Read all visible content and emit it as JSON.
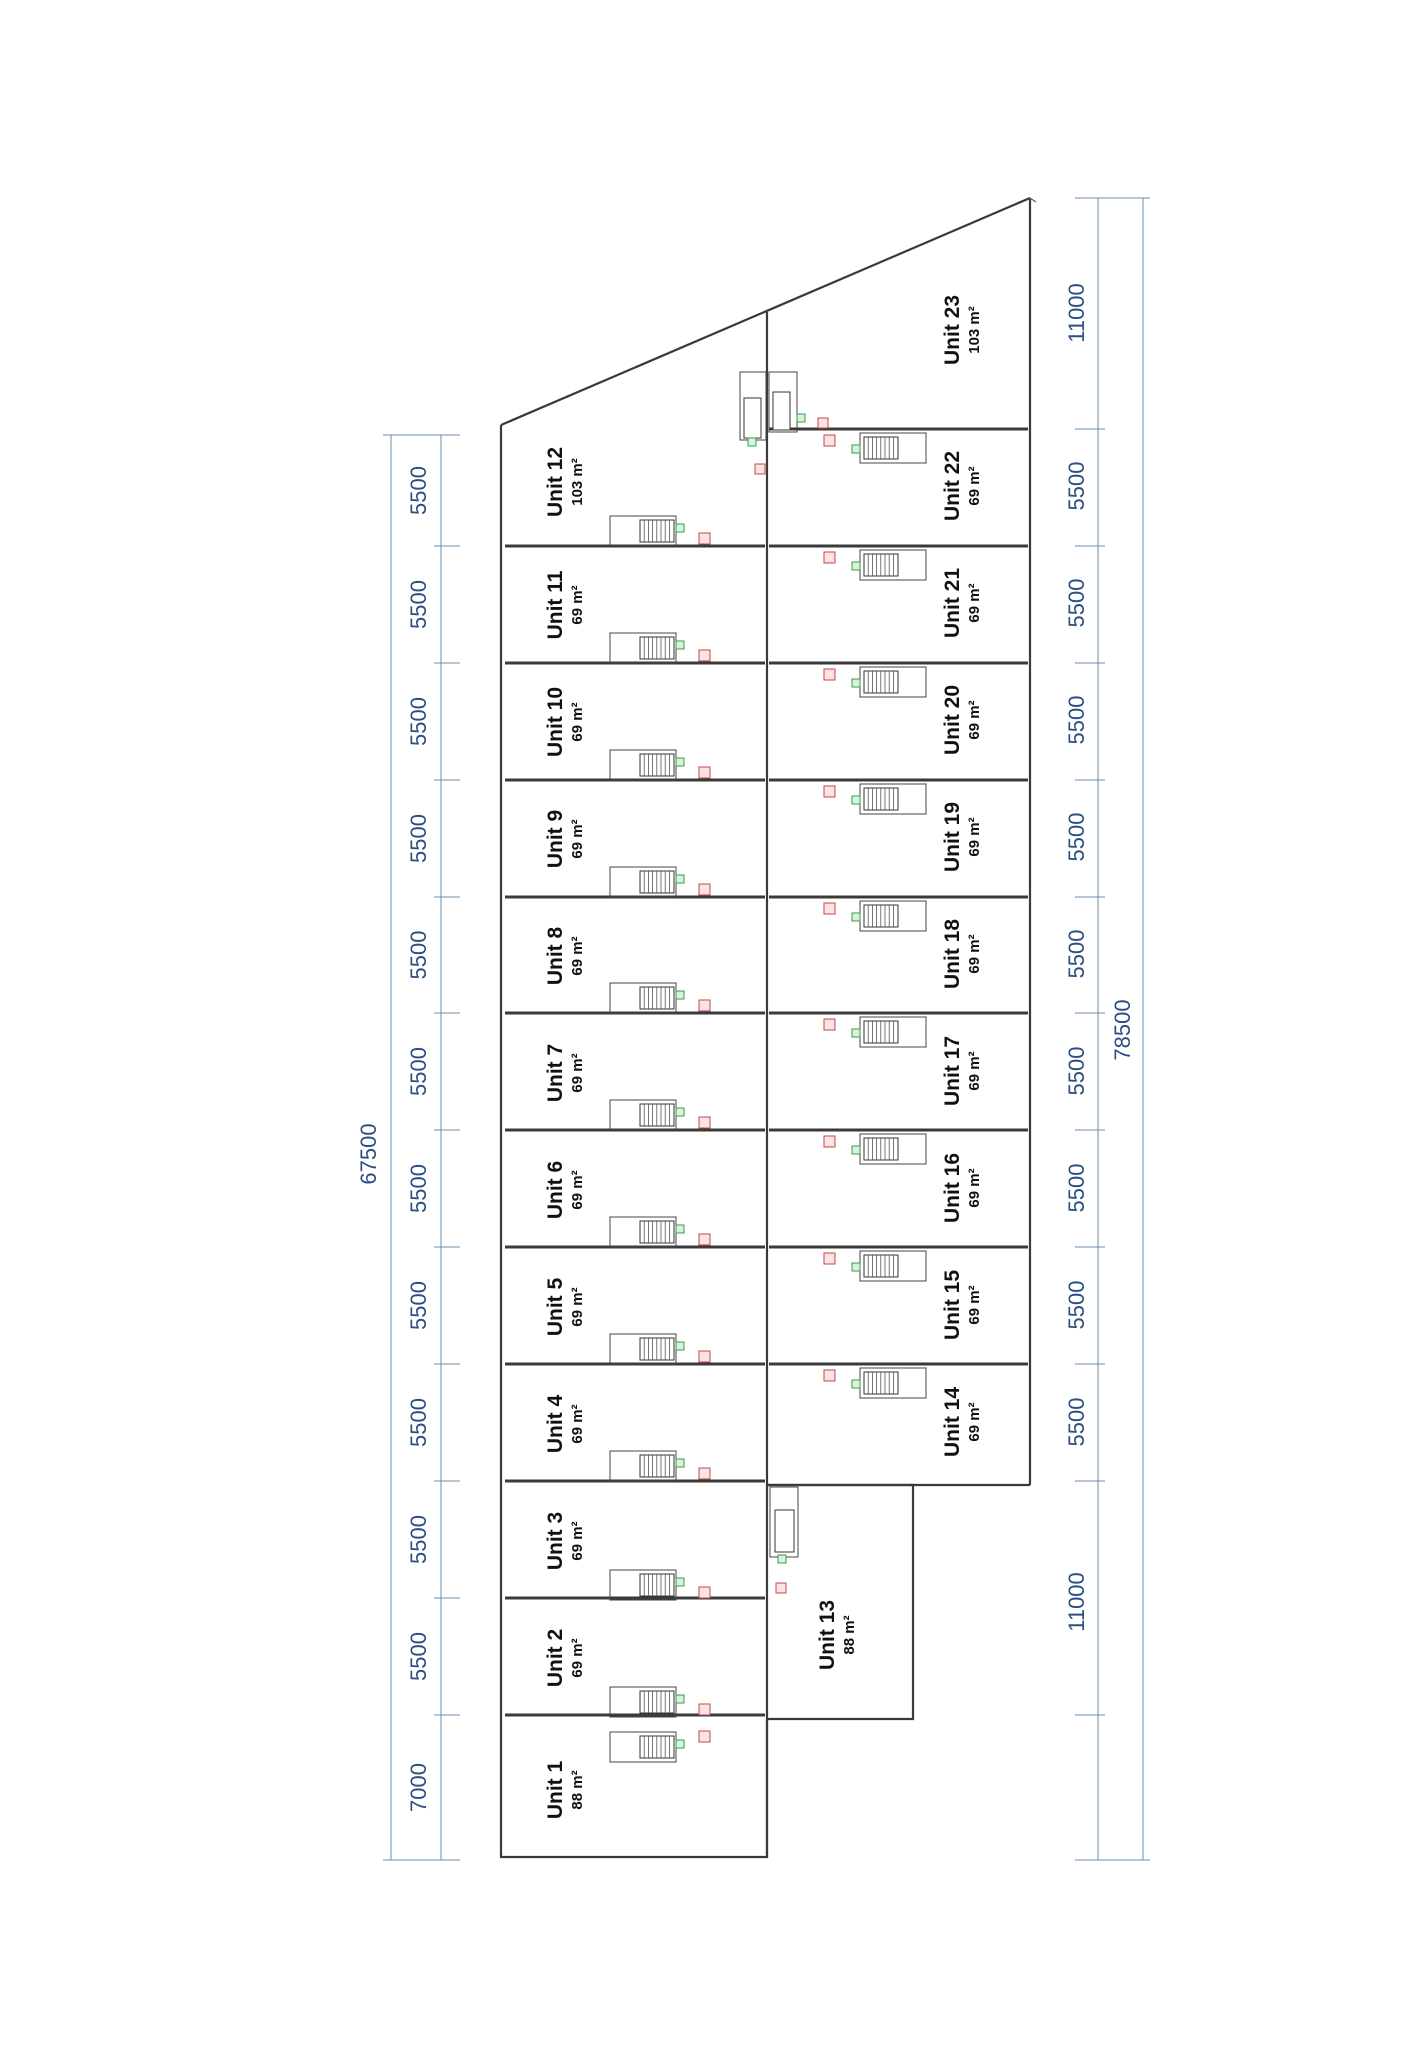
{
  "units": [
    {
      "name": "Unit 1",
      "area": "88 m²"
    },
    {
      "name": "Unit 2",
      "area": "69 m²"
    },
    {
      "name": "Unit 3",
      "area": "69 m²"
    },
    {
      "name": "Unit 4",
      "area": "69 m²"
    },
    {
      "name": "Unit 5",
      "area": "69 m²"
    },
    {
      "name": "Unit 6",
      "area": "69 m²"
    },
    {
      "name": "Unit 7",
      "area": "69 m²"
    },
    {
      "name": "Unit 8",
      "area": "69 m²"
    },
    {
      "name": "Unit 9",
      "area": "69 m²"
    },
    {
      "name": "Unit 10",
      "area": "69 m²"
    },
    {
      "name": "Unit 11",
      "area": "69 m²"
    },
    {
      "name": "Unit 12",
      "area": "103 m²"
    },
    {
      "name": "Unit 13",
      "area": "88 m²"
    },
    {
      "name": "Unit 14",
      "area": "69 m²"
    },
    {
      "name": "Unit 15",
      "area": "69 m²"
    },
    {
      "name": "Unit 16",
      "area": "69 m²"
    },
    {
      "name": "Unit 17",
      "area": "69 m²"
    },
    {
      "name": "Unit 18",
      "area": "69 m²"
    },
    {
      "name": "Unit 19",
      "area": "69 m²"
    },
    {
      "name": "Unit 20",
      "area": "69 m²"
    },
    {
      "name": "Unit 21",
      "area": "69 m²"
    },
    {
      "name": "Unit 22",
      "area": "69 m²"
    },
    {
      "name": "Unit 23",
      "area": "103 m²"
    }
  ],
  "dimensions": {
    "left_segments": [
      "7000",
      "5500",
      "5500",
      "5500",
      "5500",
      "5500",
      "5500",
      "5500",
      "5500",
      "5500",
      "5500",
      "5500"
    ],
    "left_total": "67500",
    "right_segments": [
      "11000",
      "5500",
      "5500",
      "5500",
      "5500",
      "5500",
      "5500",
      "5500",
      "5500",
      "5500",
      "11000"
    ],
    "right_total": "78500"
  }
}
